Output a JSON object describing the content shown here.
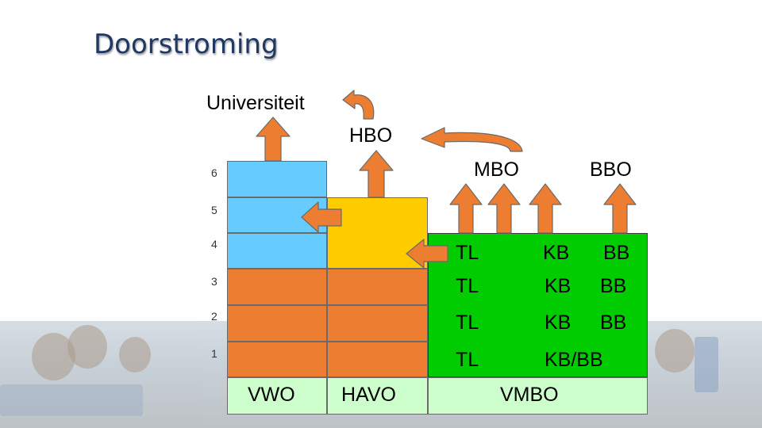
{
  "title": "Doorstroming",
  "destinations": {
    "universiteit": "Universiteit",
    "hbo": "HBO",
    "mbo": "MBO",
    "bbo": "BBO"
  },
  "levels": [
    "6",
    "5",
    "4",
    "3",
    "2",
    "1"
  ],
  "tracks": {
    "vwo": "VWO",
    "havo": "HAVO",
    "vmbo": "VMBO"
  },
  "vmbo_rows": [
    {
      "tl": "TL",
      "kb": "KB",
      "bb": "BB"
    },
    {
      "tl": "TL",
      "kb": "KB",
      "bb": "BB"
    },
    {
      "tl": "TL",
      "kb": "KB",
      "bb": "BB"
    },
    {
      "tl": "TL",
      "kbbb": "KB/BB"
    }
  ],
  "colors": {
    "blue": "#66ccff",
    "yellow": "#ffcc00",
    "orange": "#ed7d31",
    "green": "#00cc00",
    "lightgreen": "#ccffcc",
    "arrow": "#ed7d31"
  }
}
